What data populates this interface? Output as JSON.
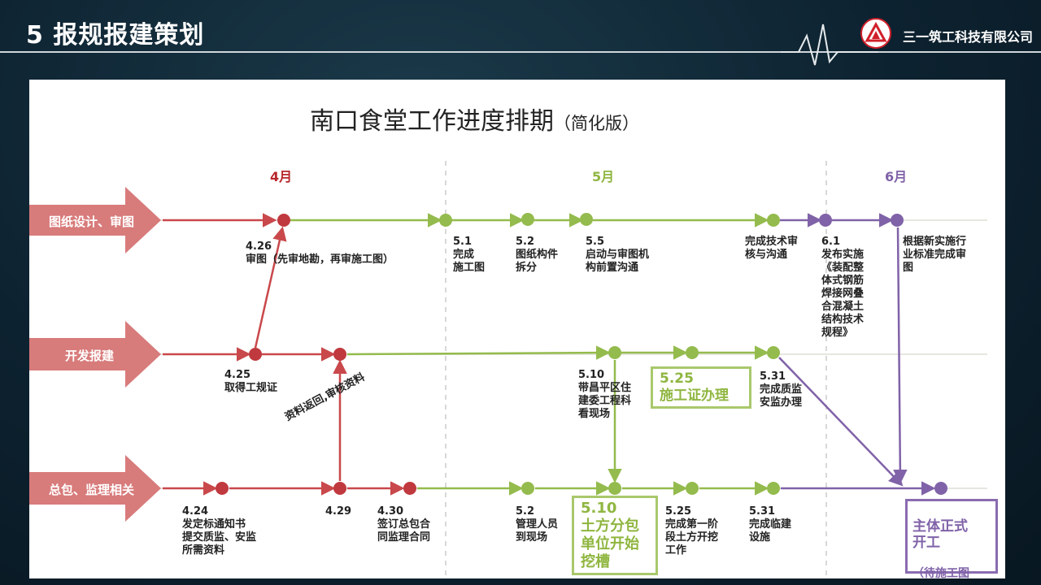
{
  "slide": {
    "title": "5 报规报建策划",
    "company": "三一筑工科技有限公司"
  },
  "colors": {
    "red": "#c9484b",
    "green": "#94bb4d",
    "purple": "#8062a8"
  },
  "chart": {
    "title": "南口食堂工作进度排期",
    "subtitle": "（简化版）",
    "months": [
      {
        "label": "4月",
        "color": "#b8262b"
      },
      {
        "label": "5月",
        "color": "#8fb640"
      },
      {
        "label": "6月",
        "color": "#8062a8"
      }
    ],
    "lanes": [
      "图纸设计、审图",
      "开发报建",
      "总包、监理相关"
    ],
    "annotation": "资料返回,审核资料",
    "notes": {
      "l1": [
        "4.26\n审图（先审地勘，再审施工图）",
        "5.1\n完成\n施工图",
        "5.2\n图纸构件\n拆分",
        "5.5\n启动与审图机\n构前置沟通",
        "完成技术审\n核与沟通",
        "6.1\n发布实施\n《装配整\n体式钢筋\n焊接网叠\n合混凝土\n结构技术\n规程》",
        "根据新实施行\n业标准完成审\n图"
      ],
      "l2": [
        "4.25\n取得工规证",
        "5.10\n带昌平区住\n建委工程科\n看现场",
        "5.31\n完成质监\n安监办理"
      ],
      "l3": [
        "4.24\n发定标通知书\n提交质监、安监\n所需资料",
        "4.29",
        "4.30\n签订总包合\n同监理合同",
        "5.2\n管理人员\n到现场",
        "5.25\n完成第一阶\n段土方开挖\n工作",
        "5.31\n完成临建\n设施"
      ]
    },
    "boxes": {
      "permit": "5.25\n施工证办理",
      "earthwork": "5.10\n土方分包\n单位开始\n挖槽",
      "start_main": "主体正式\n开工",
      "start_sub": "（待施工图\n审查完成）"
    }
  }
}
